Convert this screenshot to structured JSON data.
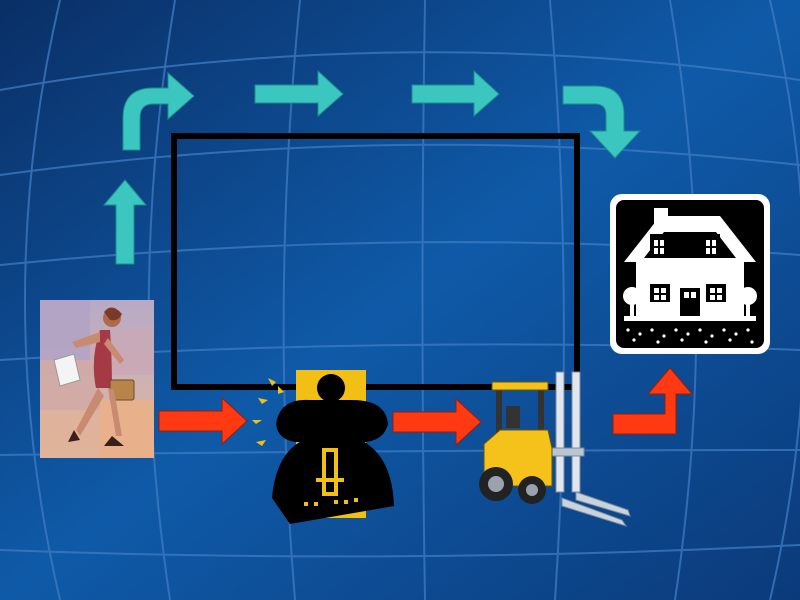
{
  "slide": {
    "background_colors": [
      "#0a2f66",
      "#0f5aa8",
      "#0b3a7a"
    ],
    "grid_line_color": "#3f7cc4"
  },
  "colors": {
    "teal_arrow": "#3cc6c0",
    "red_arrow": "#ff3a12",
    "frame_stroke": "#000000",
    "house_bg": "#000000",
    "house_white": "#ffffff",
    "worker_panel": "#f2c014",
    "forklift_yellow": "#f4c21a"
  },
  "diagram": {
    "center_box": {
      "label": ""
    },
    "teal_arrow_path": [
      "up-arrow",
      "curved-right-arrow",
      "right-arrow",
      "right-arrow",
      "curved-down-arrow"
    ],
    "red_arrow_path": [
      "right-arrow",
      "right-arrow",
      "bent-up-arrow"
    ],
    "nodes": [
      {
        "icon": "businesswoman-clipart"
      },
      {
        "icon": "worker-strength-clipart"
      },
      {
        "icon": "forklift-clipart"
      },
      {
        "icon": "house-clipart"
      }
    ]
  }
}
